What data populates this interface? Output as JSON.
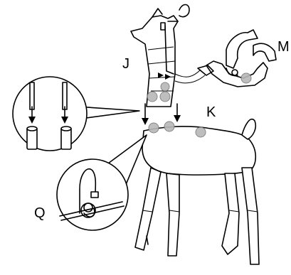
{
  "labels": {
    "head": "J",
    "body": "K",
    "sleigh": "M",
    "detail": "Q"
  },
  "colors": {
    "line": "#000000",
    "connector_dot": "#b8b8b8",
    "background": "#ffffff"
  }
}
